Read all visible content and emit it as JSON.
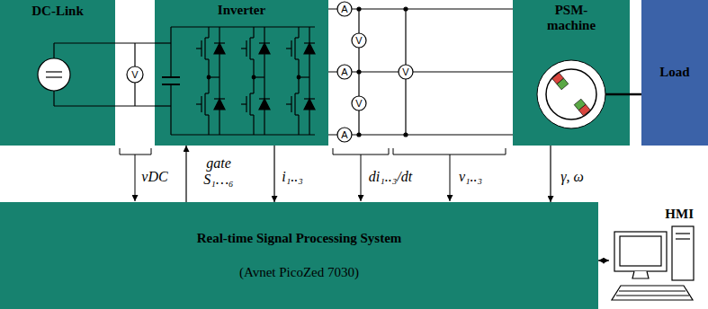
{
  "diagram": {
    "nodes": [
      {
        "text": [
          "DC-Link"
        ]
      },
      {
        "text": [
          "Inverter"
        ]
      },
      {
        "text": [
          "PSM- machine"
        ]
      },
      {
        "text": [
          "Load"
        ]
      },
      {
        "text": [
          "Real-time Signal Processing System",
          "(Avnet PicoZed 7030)"
        ]
      },
      {
        "text": [
          "HMI"
        ]
      }
    ],
    "edges": [
      {
        "from": 0,
        "to": 1,
        "arrow": "none"
      },
      {
        "from": 1,
        "to": 2,
        "arrow": "none"
      },
      {
        "from": 2,
        "to": 3,
        "arrow": "none"
      },
      {
        "from": 4,
        "to": 1,
        "arrow": "to",
        "label": "gate S₁…₆"
      },
      {
        "from": 1,
        "to": 4,
        "arrow": "to",
        "label": "i₁..₃"
      },
      {
        "from": 2,
        "to": 4,
        "arrow": "to",
        "label": "γ, ω"
      },
      {
        "from": 4,
        "to": 5,
        "arrow": "both"
      }
    ],
    "labels": [
      "V",
      "A",
      "A",
      "A",
      "V",
      "V",
      "V",
      "vDC",
      "di₁..₃/dt",
      "v₁..₃"
    ]
  }
}
